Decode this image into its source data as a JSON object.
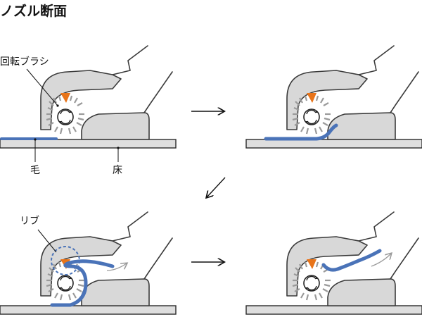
{
  "title": "ノズル断面",
  "labels": {
    "brush": "回転ブラシ",
    "hair": "毛",
    "floor": "床",
    "rib": "リブ"
  },
  "colors": {
    "hair": "#4a73b8",
    "rib": "#e8741a",
    "body": "#d8d8d8",
    "bristle": "#9a9a9a"
  },
  "icons": [
    "rotation-icon",
    "step-arrow"
  ]
}
